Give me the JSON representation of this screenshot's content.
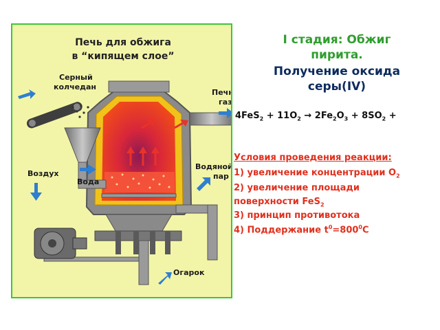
{
  "diagram": {
    "title_line1": "Печь для обжига",
    "title_line2": "в “кипящем слое”",
    "labels": {
      "pyrite_line1": "Серный",
      "pyrite_line2": "колчедан",
      "gas_line1": "Печной",
      "gas_line2": "газ",
      "air": "Воздух",
      "water": "Вода",
      "steam_line1": "Водяной",
      "steam_line2": "пар",
      "cinder": "Огарок"
    }
  },
  "stage": {
    "line1": "I стадия: Обжиг",
    "line2": "пирита.",
    "line3": "Получение оксида",
    "line4": "серы(IV)"
  },
  "equation": {
    "part1": "4FeS",
    "sub1": "2",
    "part2": " + 11O",
    "sub2": "2",
    "arrow": " → ",
    "part3": "2Fe",
    "sub3": "2",
    "part4": "O",
    "sub4": "3",
    "part5": " + 8SO",
    "sub5": "2",
    "part6": " +"
  },
  "conditions": {
    "title": "Условия проведения реакции:",
    "item1_text": "1) увеличение концентрации O",
    "item1_sub": "2",
    "item2_line1": "2) увеличение площади",
    "item2_line2_text": " поверхности FeS",
    "item2_line2_sub": "2",
    "item3": "3) принцип противотока",
    "item4_text": "4) Поддержание t",
    "item4_sup1": "0",
    "item4_mid": "=800",
    "item4_sup2": "0",
    "item4_end": "C"
  }
}
